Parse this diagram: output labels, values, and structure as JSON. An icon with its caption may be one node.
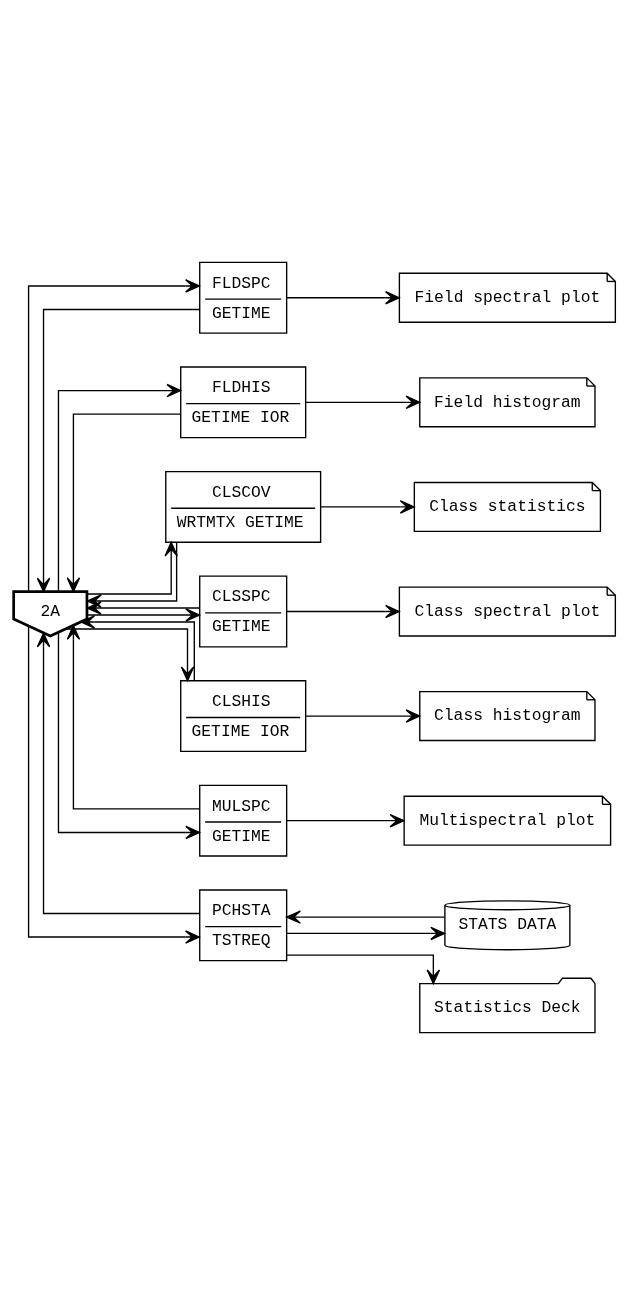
{
  "diagram": {
    "nodes": [
      {
        "text": [
          "2A"
        ]
      },
      {
        "text": [
          "FLDSPC",
          "GETIME"
        ]
      },
      {
        "text": [
          "Field spectral plot"
        ]
      },
      {
        "text": [
          "FLDHIS",
          "GETIME IOR"
        ]
      },
      {
        "text": [
          "Field histogram"
        ]
      },
      {
        "text": [
          "CLSCOV",
          "WRTMTX GETIME"
        ]
      },
      {
        "text": [
          "Class statistics"
        ]
      },
      {
        "text": [
          "CLSSPC",
          "GETIME"
        ]
      },
      {
        "text": [
          "Class spectral plot"
        ]
      },
      {
        "text": [
          "CLSHIS",
          "GETIME IOR"
        ]
      },
      {
        "text": [
          "Class histogram"
        ]
      },
      {
        "text": [
          "MULSPC",
          "GETIME"
        ]
      },
      {
        "text": [
          "Multispectral plot"
        ]
      },
      {
        "text": [
          "PCHSTA",
          "TSTREQ"
        ]
      },
      {
        "text": [
          "STATS DATA"
        ]
      },
      {
        "text": [
          "Statistics Deck"
        ]
      }
    ],
    "edges": [
      {
        "from": 0,
        "to": 1,
        "arrow": "to"
      },
      {
        "from": 1,
        "to": 0,
        "arrow": "to"
      },
      {
        "from": 1,
        "to": 2,
        "arrow": "to"
      },
      {
        "from": 0,
        "to": 3,
        "arrow": "to"
      },
      {
        "from": 3,
        "to": 0,
        "arrow": "to"
      },
      {
        "from": 3,
        "to": 4,
        "arrow": "to"
      },
      {
        "from": 0,
        "to": 5,
        "arrow": "to"
      },
      {
        "from": 5,
        "to": 0,
        "arrow": "to"
      },
      {
        "from": 5,
        "to": 6,
        "arrow": "to"
      },
      {
        "from": 0,
        "to": 7,
        "arrow": "to"
      },
      {
        "from": 7,
        "to": 0,
        "arrow": "to"
      },
      {
        "from": 7,
        "to": 8,
        "arrow": "to"
      },
      {
        "from": 0,
        "to": 9,
        "arrow": "to"
      },
      {
        "from": 9,
        "to": 0,
        "arrow": "to"
      },
      {
        "from": 9,
        "to": 10,
        "arrow": "to"
      },
      {
        "from": 0,
        "to": 11,
        "arrow": "to"
      },
      {
        "from": 11,
        "to": 0,
        "arrow": "to"
      },
      {
        "from": 11,
        "to": 12,
        "arrow": "to"
      },
      {
        "from": 0,
        "to": 13,
        "arrow": "to"
      },
      {
        "from": 13,
        "to": 0,
        "arrow": "to"
      },
      {
        "from": 13,
        "to": 14,
        "arrow": "to"
      },
      {
        "from": 14,
        "to": 13,
        "arrow": "to"
      },
      {
        "from": 13,
        "to": 15,
        "arrow": "to"
      }
    ]
  }
}
